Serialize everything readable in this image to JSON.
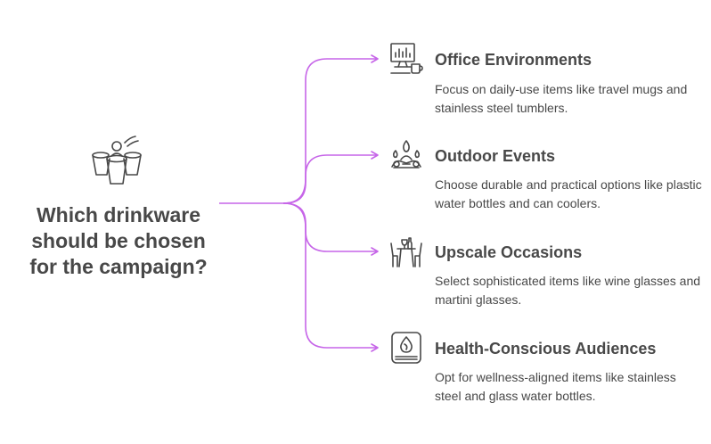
{
  "question": {
    "lines": [
      "Which drinkware",
      "should be chosen",
      "for the campaign?"
    ]
  },
  "colors": {
    "connector": "#c665e8",
    "text": "#484848"
  },
  "root_icon": "drinkware-cups-icon",
  "branches": [
    {
      "title": "Office Environments",
      "description": "Focus on daily-use items like travel mugs and stainless steel tumblers.",
      "icon": "desk-monitor-mug-icon"
    },
    {
      "title": "Outdoor Events",
      "description": "Choose durable and practical options like plastic water bottles and can coolers.",
      "icon": "campfire-icon"
    },
    {
      "title": "Upscale Occasions",
      "description": "Select sophisticated items like wine glasses and martini glasses.",
      "icon": "dining-table-wine-icon"
    },
    {
      "title": "Health-Conscious Audiences",
      "description": "Opt for wellness-aligned items like stainless steel and glass water bottles.",
      "icon": "water-drop-bottle-icon"
    }
  ]
}
